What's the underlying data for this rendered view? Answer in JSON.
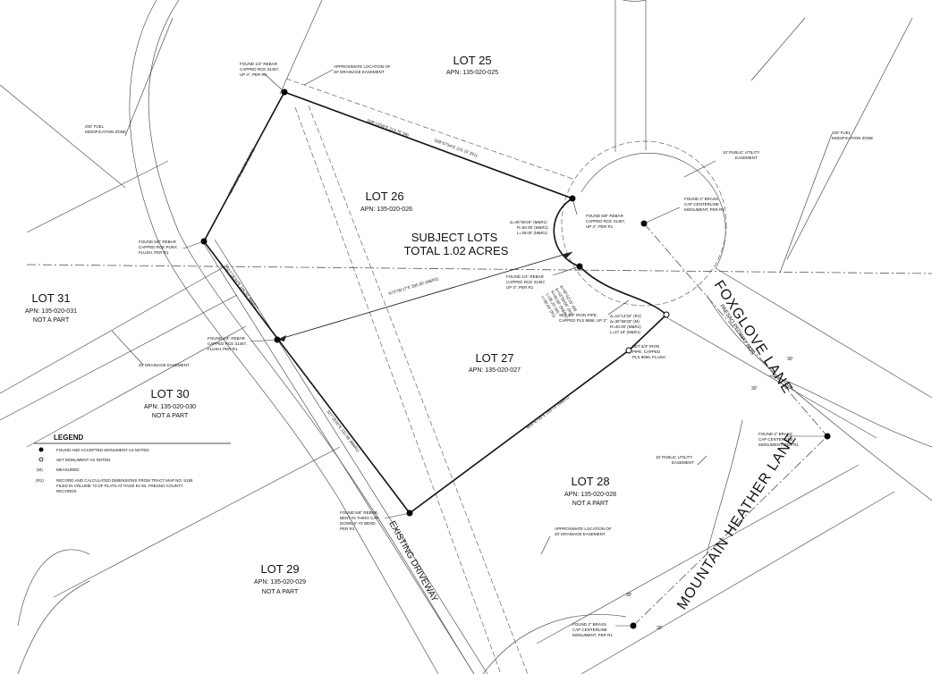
{
  "lots": {
    "lot25": {
      "name": "LOT 25",
      "apn": "APN: 135-020-025"
    },
    "lot26": {
      "name": "LOT 26",
      "apn": "APN: 135-020-026"
    },
    "lot27": {
      "name": "LOT 27",
      "apn": "APN: 135-020-027"
    },
    "lot28": {
      "name": "LOT 28",
      "apn": "APN: 135-020-028",
      "note": "NOT A PART"
    },
    "lot29": {
      "name": "LOT 29",
      "apn": "APN: 135-020-029",
      "note": "NOT A PART"
    },
    "lot30": {
      "name": "LOT 30",
      "apn": "APN: 135-020-030",
      "note": "NOT A PART"
    },
    "lot31": {
      "name": "LOT 31",
      "apn": "APN: 135-020-031",
      "note": "NOT A PART"
    }
  },
  "subject": {
    "line1": "SUBJECT LOTS",
    "line2": "TOTAL 1.02 ACRES"
  },
  "streets": {
    "foxglove": "FOXGLOVE LANE",
    "foxglove_sub": "PAESAO PEDWAY NOS",
    "mountain": "MOUNTAIN HEATHER LANE",
    "driveway": "EXISTING DRIVEWAY"
  },
  "notes": {
    "n1": [
      "FOUND 1/4\" REBAR",
      "CAPPED RCE 31467,",
      "UP 4\", PER R1"
    ],
    "n2": [
      "APPROXIMATE LOCATION OF",
      "20' DRAINAGE EASEMENT"
    ],
    "n3": [
      "200' FUEL",
      "MODIFICATION ZONE"
    ],
    "n4": [
      "10' PUBLIC UTILITY",
      "EASEMENT"
    ],
    "n5": [
      "200' FUEL",
      "MODIFICATION ZONE"
    ],
    "n6": [
      "FOUND 5/8\" REBAR",
      "CAPPED RCE 31467,",
      "UP 4\", PER R1"
    ],
    "n7": [
      "FOUND 2\" BRASS",
      "CAP CENTERLINE",
      "MONUMENT, PER R1"
    ],
    "n8": [
      "Δ=45°56'26\" (M&R1)",
      "R=50.00' (M&R1)",
      "L=39.00' (M&R1)"
    ],
    "n9": [
      "FOUND 5/8\" REBAR",
      "CAPPED RCE PUNY,",
      "FLUSH, PER R1"
    ],
    "n10": [
      "FOUND 1/4\" REBAR",
      "CAPPED RCE 31467,",
      "UP 3\", PER R1"
    ],
    "n11": [
      "SET 3/4\" IRON PIPE,",
      "CAPPED PLS 8656, UP 2\""
    ],
    "n12": [
      "Δ=16°14'32\" (R1)",
      "Δ=36°56'33\" (M)",
      "R=40.00' (M&R1)",
      "L=27.19' (M&R1)"
    ],
    "n13": [
      "SET 3/4\" IRON",
      "PIPE, CAPPED",
      "PLS 8656, FLUSH"
    ],
    "n14": [
      "FOUND 1/4\" REBAR",
      "CAPPED RCE 31467,",
      "FLUSH, PER R1"
    ],
    "n15": [
      "20' DRAINAGE EASEMENT"
    ],
    "n16": [
      "FOUND 2\" BRASS",
      "CAP CENTERLINE",
      "MONUMENT, PER R1"
    ],
    "n17": [
      "10' PUBLIC UTILITY",
      "EASEMENT"
    ],
    "n18": [
      "APPROXIMATE LOCATION OF",
      "20' DRAINAGE EASEMENT"
    ],
    "n19": [
      "FOUND 5/8\" REBAR,",
      "BENT IN THING CAP",
      "DOWN 6\" AT BEND",
      "PER R1"
    ],
    "n20": [
      "FOUND 2\" BRASS",
      "CAP CENTERLINE",
      "MONUMENT, PER R1"
    ]
  },
  "bearings": {
    "b1": "S68°13'56\"E 213.75' (M)",
    "b2": "S68°07'54\"E 215.15' (R1)",
    "b3": "N39°40'17\"E 110.83' (M&R1)",
    "b4": "S27°26'34\"E 104.50' (M&R1)",
    "b5": "N72°05'17\"E 295.95' (M&R1)",
    "b6": "S27°25'00\"E 132.58' (M&R1)",
    "b7": "N53°47'05\"E 255.73' (M&R1)",
    "b8": "N40°00'34\"W 132.58' (R1)"
  },
  "curve_small": [
    "Δ=48°42'15\" (M)",
    "Δ=43°55'00\" (R1)",
    "R=40.00' (M&R1)",
    "L=35.24' (M)",
    "L=30.64' (R1)"
  ],
  "dims": {
    "d1": "30'",
    "d2": "30'",
    "d3": "30'",
    "d4": "30'"
  },
  "legend": {
    "title": "LEGEND",
    "items": [
      {
        "sym": "●",
        "text": "FOUND AND ACCEPTED MONUMENT AS NOTED"
      },
      {
        "sym": "○",
        "text": "SET MONUMENT AS NOTED"
      },
      {
        "sym": "(M)",
        "text": "MEASURED"
      },
      {
        "sym": "(R1)",
        "text": "RECORD AND CALCULATED DIMENSIONS FROM TRACT MAP NO. 5186"
      },
      {
        "sym": "",
        "text": "FILED IN VOLUME 73 OF PLATS AT PAGE 91-94, FRESNO COUNTY"
      },
      {
        "sym": "",
        "text": "RECORDS"
      }
    ]
  }
}
